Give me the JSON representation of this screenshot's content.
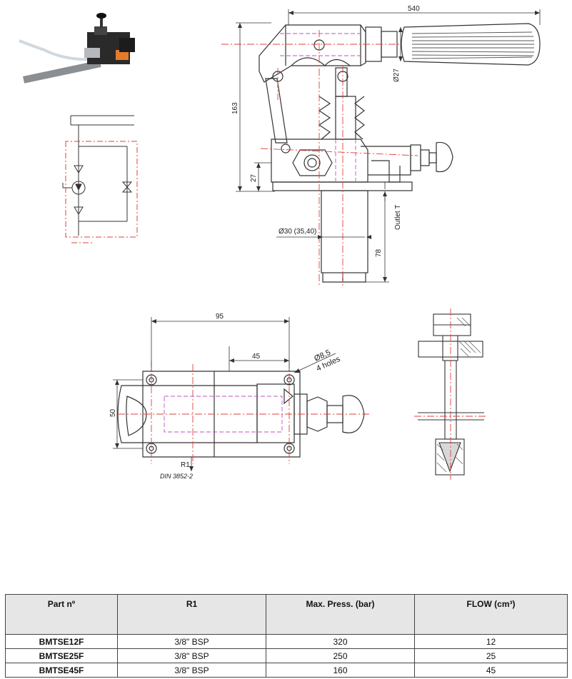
{
  "labels": {
    "length_540": "540",
    "height_163": "163",
    "height_27": "27",
    "diameter_27": "Ø27",
    "diameter_30": "Ø30 (35,40)",
    "outlet": "Outlet T",
    "depth_78": "78",
    "width_95": "95",
    "width_45": "45",
    "holes_dia": "Ø8,5",
    "holes_count": "4 holes",
    "height_50": "50",
    "port_r1": "R1",
    "standard": "DIN 3852-2"
  },
  "table": {
    "headers": [
      "Part nº",
      "R1",
      "Max. Press. (bar)",
      "FLOW (cm³)"
    ],
    "rows": [
      [
        "BMTSE12F",
        "3/8\" BSP",
        "320",
        "12"
      ],
      [
        "BMTSE25F",
        "3/8\" BSP",
        "250",
        "25"
      ],
      [
        "BMTSE45F",
        "3/8\" BSP",
        "160",
        "45"
      ]
    ]
  },
  "colors": {
    "centerline": "#e0403a",
    "hidden_line": "#c050c0",
    "outline": "#333333",
    "header_bg": "#e6e6e6"
  }
}
